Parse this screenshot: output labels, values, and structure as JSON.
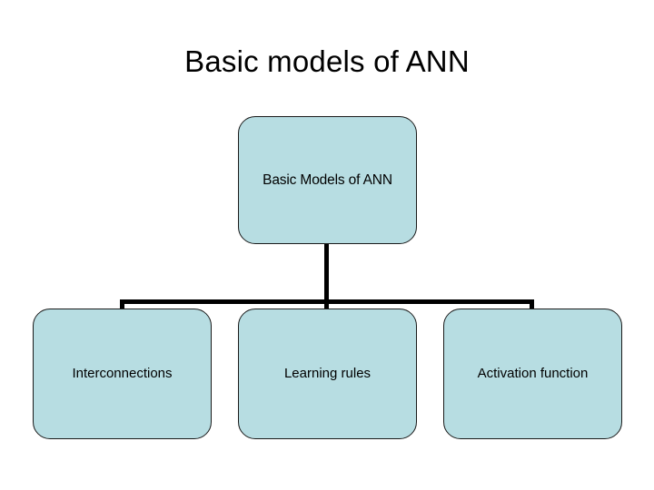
{
  "slide": {
    "title": "Basic models of ANN",
    "background_color": "#ffffff"
  },
  "diagram": {
    "type": "tree",
    "node_fill_color": "#b7dde2",
    "node_border_color": "#1a1a1a",
    "connector_color": "#000000",
    "root": {
      "id": "basic-models-of-ann",
      "label": "Basic Models of ANN"
    },
    "children": [
      {
        "id": "interconnections",
        "label": "Interconnections"
      },
      {
        "id": "learning-rules",
        "label": "Learning rules"
      },
      {
        "id": "activation-function",
        "label": "Activation function"
      }
    ]
  }
}
